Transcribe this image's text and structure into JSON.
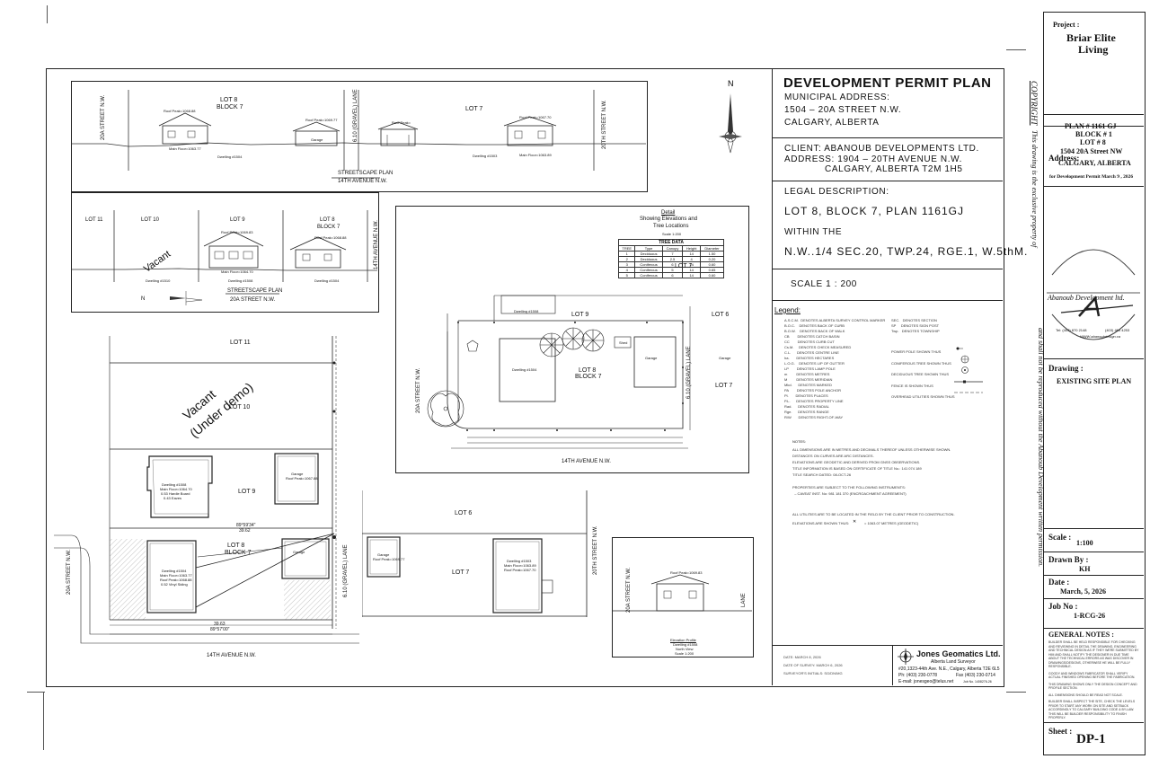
{
  "permit": {
    "title": "DEVELOPMENT PERMIT PLAN",
    "municipal_label": "MUNICIPAL ADDRESS:",
    "municipal_line1": "1504 – 20A STREET N.W.",
    "municipal_line2": "CALGARY, ALBERTA",
    "client_line1": "CLIENT:  ABANOUB DEVELOPMENTS LTD.",
    "client_line2": "ADDRESS:  1904 – 20TH AVENUE N.W.",
    "client_line3": "CALGARY, ALBERTA  T2M 1H5",
    "legal_label": "LEGAL DESCRIPTION:",
    "legal_line1": "LOT 8, BLOCK 7, PLAN 1161GJ",
    "legal_line2": "WITHIN THE",
    "legal_line3": "N.W..1/4 SEC.20, TWP.24, RGE.1, W.5thM.",
    "scale": "SCALE   1 : 200",
    "legend_title": "Legend:",
    "legend_left": [
      "A.S.C.M.  DENOTES ALBERTA SURVEY CONTROL MARKER",
      "B.O.C.    DENOTES BACK OF CURB",
      "B.O.W.    DENOTES BACK OF WALK",
      "CB        DENOTES CATCH BASIN",
      "CC        DENOTES CURB CUT",
      "Cs.M.     DENOTES CHECK MEASURED",
      "C.L.      DENOTES CENTRE LINE",
      "ha.       DENOTES HECTARES",
      "L.O.G.    DENOTES LIP OF GUTTER",
      "LP        DENOTES LAMP POLE",
      "m         DENOTES METRES",
      "M         DENOTES MERIDIAN",
      "Mkd.      DENOTES MARKED",
      "PA        DENOTES POLE ANCHOR",
      "Pl.       DENOTES PLACES",
      "P.L.      DENOTES PROPERTY LINE",
      "Rad.      DENOTES RADIAL",
      "Rge.      DENOTES RANGE",
      "R/W       DENOTES RIGHT-OF-WAY"
    ],
    "legend_mid": [
      "SEC.   DENOTES SECTION",
      "SP     DENOTES SIGN POST",
      "Twp.   DENOTES TOWNSHIP"
    ],
    "legend_right": [
      "POWER POLE SHOWN THUS",
      "CONIFEROUS TREE SHOWN THUS",
      "DECIDUOUS TREE SHOWN THUS",
      "FENCE IS SHOWN THUS",
      "OVERHEAD UTILITIES SHOWN THUS"
    ],
    "notes_label": "NOTES:",
    "notes": [
      "ALL DIMENSIONS ARE IN METRES AND DECIMALS THEREOF UNLESS OTHERWISE SHOWN.",
      "DISTANCES ON CURVES ARE ARC DISTANCES.",
      "ELEVATIONS ARE GEODETIC AND DERIVED FROM GNSS OBSERVATIONS.",
      "TITLE INFORMATION IS BASED ON CERTIFICATE OF TITLE No.: 141 074 189",
      "TITLE SEARCH DATED: 08-OCT-26",
      "",
      "PROPERTIES ARE SUBJECT TO THE FOLLOWING INSTRUMENTS:",
      "  – CAVEAT INST. No: 981 181 370 (ENCROACHMENT AGREEMENT)"
    ],
    "utilities_note": "ALL UTILITIES ARE TO BE LOCATED IN THE FIELD BY THE CLIENT PRIOR TO CONSTRUCTION.",
    "elevations_note": "ELEVATIONS ARE SHOWN THUS:",
    "elevations_value": "= 1063.07 METRES (GEODETIC)",
    "date": "DATE:  MARCH 8, 2026",
    "survey_date": "DATE OF SURVEY:  MARCH 6, 2026",
    "surveyor": "SURVEYOR'S INITIALS:  SG/DN/MG",
    "firm": "Jones Geomatics Ltd.",
    "firm_sub": "Alberta Land Surveyor",
    "firm_addr": "#20,1323-44th Ave. N.E., Calgary, Alberta T2E 6L5",
    "firm_ph": "Ph: (403) 230-0778",
    "firm_fax": "Fax (403) 230-0714",
    "firm_email": "E-mail: jonesgeo@telus.net",
    "job_no": "Job No. 1408276-26"
  },
  "sidebar": {
    "project_label": "Project :",
    "project_name1": "Briar Elite",
    "project_name2": "Living",
    "plan": "PLAN # 1161 GJ",
    "block": "BLOCK # 1",
    "lot": "LOT # 8",
    "address_label": "Address:",
    "address1": "1504 20A Street NW",
    "address2": "CALGARY, ALBERTA",
    "address3": "for Development Permit March 9 , 2026",
    "logo_name": "Abanoub Development ltd.",
    "logo_tel": "Tel: (403) 870 2148",
    "logo_fax": "(403) 464 4253",
    "logo_web": "WWW.abanoubdesign.ca",
    "drawing_label": "Drawing :",
    "drawing_name": "EXISTING SITE PLAN",
    "scale_label": "Scale :",
    "scale_value": "1:100",
    "drawn_label": "Drawn By :",
    "drawn_value": "KH",
    "date_label": "Date :",
    "date_value": "March, 5, 2026",
    "job_label": "Job No :",
    "job_value": "1-RCG-26",
    "notes_label": "GENERAL NOTES :",
    "notes_text": [
      "BUILDER SHALL BE HELD RESPONSIBLE FOR CHECKING AND REVIEWING IN DETAIL THE DRAWING, ENGINEERING AND TECHNICAL DESIGN AS IF THEY WERE SUBMITTED BY HIM AND SHALL NOTIFY THE DESIGNER IN DUE TIME ABOUT THE TECHNICAL ERRORS AS WAS DISCOVER IN DRAWINGS/DESIGNS, OTHERWISE HE WILL BE FULLY RESPONSIBLE.",
      "GOODY AND WINDOWS FABRICATOR SHALL VERIFY ACTUAL FINISHED OPENING BEFORE THE FABRICATION.",
      "THIS DRAWING SHOWS ONLY THE DESIGN CONCEPT AND PROFILE SECTION.",
      "ALL DIMENSIONS SHOULD BE READ NOT SCALE.",
      "BUILDER SHALL INSPECT THE SITE, CHECK THE LEVELS PRIOR TO START ANY WORK ON SITE AND SETBACK ACCORDINGLY TO CALGARY BUILDING CODE & BY-LAW. THIS WILL BE BUILDER RESPONSIBILITY TO FINISH PROPERLY."
    ],
    "sheet_label": "Sheet :",
    "sheet_value": "DP-1",
    "copyright_a": "COPYRIGHT",
    "copyright_b": "This drawing is the exclusive property of",
    "copyright_c": "and shall not be reproduced  without  the  Abanoub  Development  written  permission."
  },
  "streetscape_top": {
    "lot8": "LOT 8",
    "block7": "BLOCK 7",
    "lot7": "LOT 7",
    "street_left": "20A STREET N.W.",
    "lane": "6.10 (GRAVEL) LANE",
    "street_right": "20TH STREET N.W.",
    "roof_peak1": "Roof Peak=1068.88",
    "roof_peak2": "Roof Peak=1069.77",
    "roof_peak3": "Roof Peak=1067.70",
    "roof_peak4": "Roof Peak=",
    "garage": "Garage",
    "dwelling_a": "Dwelling #1504",
    "dwelling_b": "Dwelling #1503",
    "main_floor_a": "Main Floor=1063.77",
    "main_floor_b": "Main Floor=1063.89",
    "title": "STREETSCAPE PLAN",
    "street": "14TH AVENUE N.W."
  },
  "streetscape_mid": {
    "lot11": "LOT 11",
    "lot10": "LOT 10",
    "lot9": "LOT 9",
    "lot8": "LOT 8",
    "block7": "BLOCK 7",
    "vacant": "Vacant",
    "avenue": "14TH AVENUE N.W.",
    "roof_a": "Roof Peak=1069.83",
    "roof_b": "Roof Peak=1068.88",
    "main_a": "Main Floor=1064.70",
    "main_b": "Main Floor=1063.77",
    "dw_a": "Dwelling #1510",
    "dw_b": "Dwelling #1508",
    "dw_c": "Dwelling #1504",
    "title": "STREETSCAPE PLAN",
    "street": "20A STREET N.W.",
    "north": "N"
  },
  "detail": {
    "title": "Detail",
    "sub1": "Showing Elevations and",
    "sub2": "Tree Locations",
    "scale": "Scale 1:200",
    "tree_title": "TREE DATA",
    "tree_headers": [
      "TREE",
      "Type",
      "Canopy",
      "Height",
      "Diameter"
    ],
    "tree_rows": [
      [
        "1",
        "Deciduous",
        "7",
        "14",
        "1.50"
      ],
      [
        "2",
        "Deciduous",
        "2.5",
        "4",
        "0.20"
      ],
      [
        "3",
        "Coniferous",
        "6",
        "14",
        "0.60"
      ],
      [
        "4",
        "Coniferous",
        "5",
        "14",
        "0.65"
      ],
      [
        "5",
        "Coniferous",
        "6",
        "14",
        "0.60"
      ]
    ],
    "lot9": "LOT 9",
    "lot8": "LOT 8",
    "block7": "BLOCK 7",
    "lot7": "LOT 7",
    "lot6": "LOT 6",
    "lot7b": "LOT 7",
    "street": "20A STREET N.W.",
    "lane": "6.10 (GRAVEL) LANE",
    "avenue": "14TH AVENUE N.W.",
    "dwelling": "Dwelling #1504",
    "dwelling_top": "Dwelling #1508",
    "garage": "Garage",
    "shed": "Shed",
    "garage_r": "Garage"
  },
  "siteplan": {
    "lot11": "LOT 11",
    "vacant1": "Vacant",
    "vacant2": "(Under demo)",
    "lot10": "LOT 10",
    "lot9": "LOT 9",
    "lot8": "LOT 8",
    "block7": "BLOCK 7",
    "street": "20A STREET N.W.",
    "lane": "6.10 (GRAVEL) LANE",
    "avenue": "14TH AVENUE N.W.",
    "dwelling9": "Dwelling #1508",
    "dwelling9b": "Main Floor=1064.70",
    "dwelling9c": "0.53 Hardie Board",
    "dwelling9d": "0.43 Eaves",
    "garage9": "Garage",
    "garage9b": "Roof Peak=1067.88",
    "dwelling8": "Dwelling #1504",
    "dwelling8b": "Main Floor=1063.77",
    "dwelling8c": "Roof Peak=1068.88",
    "dwelling8d": "0.52 Vinyl Siding",
    "garage8": "Garage",
    "dim1": "39.62",
    "dim2": "89°59'34\"",
    "dim3": "89°57'00\"",
    "dim4": "39.63"
  },
  "lot67": {
    "lot6": "LOT 6",
    "lot7": "LOT 7",
    "garage": "Garage",
    "garage_b": "Roof Peak=1069.77",
    "dwelling": "Dwelling #1503",
    "dwelling_b": "Main Floor=1063.89",
    "dwelling_c": "Roof Peak=1067.70",
    "street": "20TH STREET N.W."
  },
  "elevation": {
    "street": "20A STREET N.W.",
    "lane": "LANE",
    "roof": "Roof Peak=1069.83",
    "title": "Elevation Profile",
    "sub1": "Dwelling #1508",
    "sub2": "North View",
    "sub3": "Scale 1:200"
  }
}
